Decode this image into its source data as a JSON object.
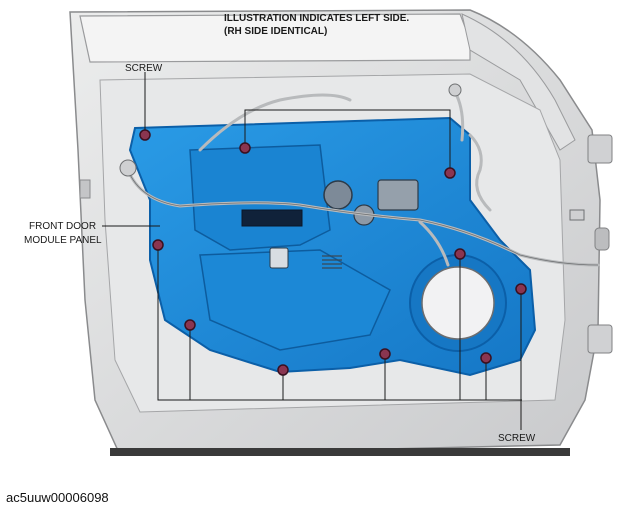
{
  "header": {
    "line1": "ILLUSTRATION INDICATES LEFT SIDE.",
    "line2": "(RH SIDE IDENTICAL)"
  },
  "labels": {
    "screw_top": "SCREW",
    "screw_bottom": "SCREW",
    "panel_line1": "FRONT DOOR",
    "panel_line2": "MODULE PANEL"
  },
  "figure_id": "ac5uuw00006098",
  "colors": {
    "panel_blue": "#1f8fdc",
    "panel_dark": "#0b5fa8",
    "door_gray": "#d9dadc",
    "screw_red": "#8a3550"
  }
}
